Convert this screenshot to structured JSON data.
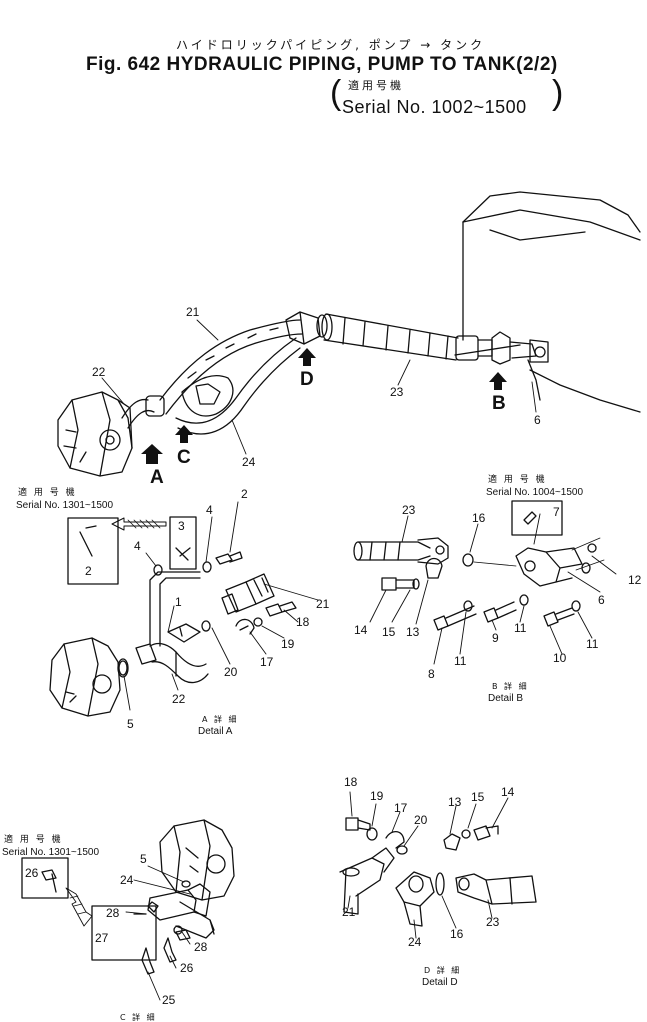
{
  "header": {
    "jp_title": "ハイドロリックパイピング, ポンプ → タンク",
    "title": "Fig. 642 HYDRAULIC PIPING, PUMP TO TANK(2/2)",
    "applicable_jp": "適用号機",
    "serial": "Serial No. 1002~1500"
  },
  "overview": {
    "callouts": [
      "21",
      "22",
      "23",
      "24",
      "6"
    ],
    "views": [
      "A",
      "C",
      "D",
      "B"
    ]
  },
  "detail_a": {
    "applicable_jp": "適 用 号 機",
    "serial": "Serial No. 1301~1500",
    "inset_parts": [
      "2",
      "3"
    ],
    "parts": [
      "1",
      "2",
      "4",
      "4",
      "5",
      "17",
      "18",
      "19",
      "20",
      "21",
      "22"
    ],
    "caption_jp": "A 詳 細",
    "caption": "Detail A"
  },
  "detail_b": {
    "applicable_jp": "適 用 号 機",
    "serial": "Serial No. 1004~1500",
    "inset_parts": [
      "7"
    ],
    "parts": [
      "23",
      "16",
      "12",
      "6",
      "14",
      "15",
      "13",
      "8",
      "11",
      "9",
      "11",
      "10",
      "11"
    ],
    "caption_jp": "B 詳 細",
    "caption": "Detail B"
  },
  "detail_c": {
    "applicable_jp": "適 用 号 機",
    "serial": "Serial No. 1301~1500",
    "inset_parts": [
      "26",
      "27"
    ],
    "parts": [
      "5",
      "24",
      "28",
      "28",
      "26",
      "25"
    ],
    "caption_jp": "C 詳 細"
  },
  "detail_d": {
    "parts": [
      "18",
      "19",
      "17",
      "20",
      "21",
      "13",
      "15",
      "14",
      "24",
      "16",
      "23"
    ],
    "caption_jp": "D 詳 細",
    "caption": "Detail D"
  }
}
